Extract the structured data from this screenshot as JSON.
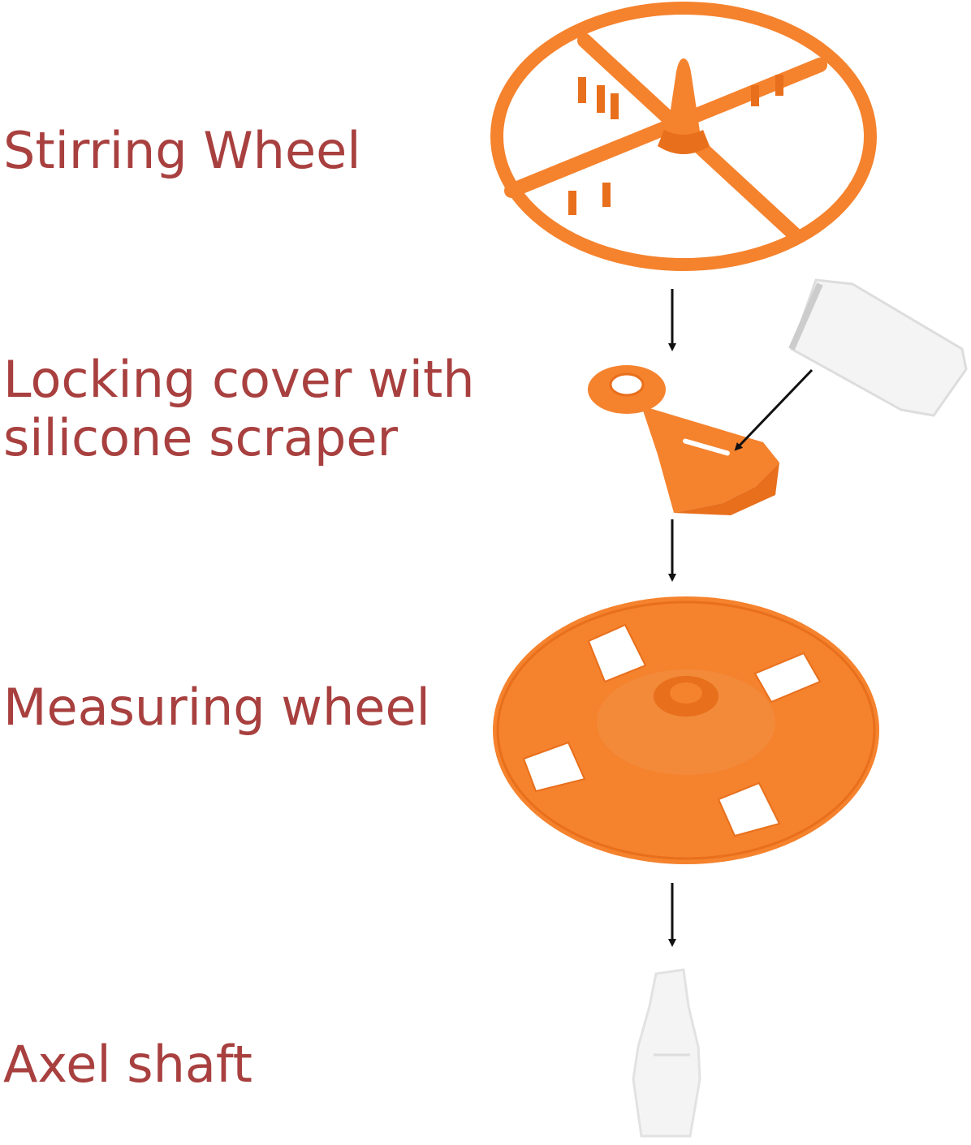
{
  "labels": {
    "stirring_wheel": "Stirring Wheel",
    "locking_cover_line1": "Locking cover with",
    "locking_cover_line2": "silicone scraper",
    "measuring_wheel": "Measuring wheel",
    "axel_shaft": "Axel shaft"
  },
  "colors": {
    "label_text": "#a8403f",
    "part_orange": "#f5822d",
    "part_orange_shade": "#e86f1c",
    "part_white": "#f4f4f4",
    "arrow": "#111111"
  }
}
